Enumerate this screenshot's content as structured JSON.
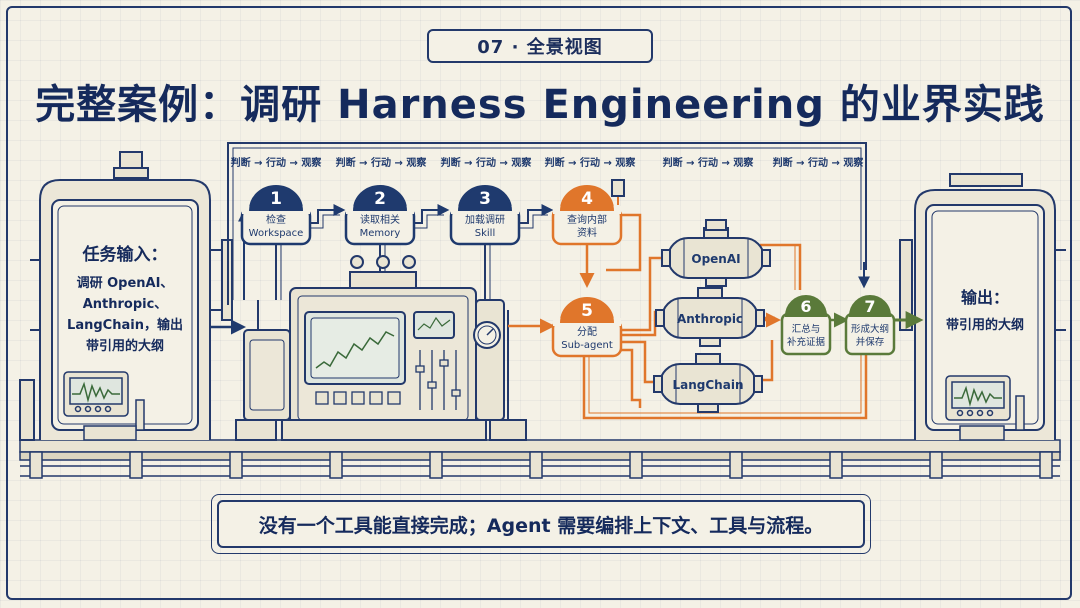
{
  "badge": "07 · 全景视图",
  "title": "完整案例：调研 Harness Engineering 的业界实践",
  "loop_label": "判断 → 行动 → 观察",
  "input_panel": {
    "heading": "任务输入：",
    "lines": [
      "调研 OpenAI、",
      "Anthropic、",
      "LangChain，输出",
      "带引用的大纲"
    ]
  },
  "output_panel": {
    "heading": "输出：",
    "lines": [
      "带引用的大纲"
    ]
  },
  "steps": [
    {
      "num": "1",
      "line1": "检查",
      "line2": "Workspace",
      "kind": "navy"
    },
    {
      "num": "2",
      "line1": "读取相关",
      "line2": "Memory",
      "kind": "navy"
    },
    {
      "num": "3",
      "line1": "加载调研",
      "line2": "Skill",
      "kind": "navy"
    },
    {
      "num": "4",
      "line1": "查询内部",
      "line2": "资料",
      "kind": "orange"
    },
    {
      "num": "5",
      "line1": "分配",
      "line2": "Sub-agent",
      "kind": "orange"
    },
    {
      "num": "6",
      "line1": "汇总与",
      "line2": "补充证据",
      "kind": "green"
    },
    {
      "num": "7",
      "line1": "形成大纲",
      "line2": "并保存",
      "kind": "green"
    }
  ],
  "tanks": [
    "OpenAI",
    "Anthropic",
    "LangChain"
  ],
  "caption": "没有一个工具能直接完成；Agent 需要编排上下文、工具与流程。",
  "colors": {
    "navy": "#1f3a6e",
    "orange": "#e0762b",
    "green": "#5a7a3a",
    "paper": "#f4f1e6"
  },
  "icons": [
    "machine-console-icon",
    "pressure-gauge-icon",
    "waveform-monitor-icon",
    "tank-icon"
  ]
}
